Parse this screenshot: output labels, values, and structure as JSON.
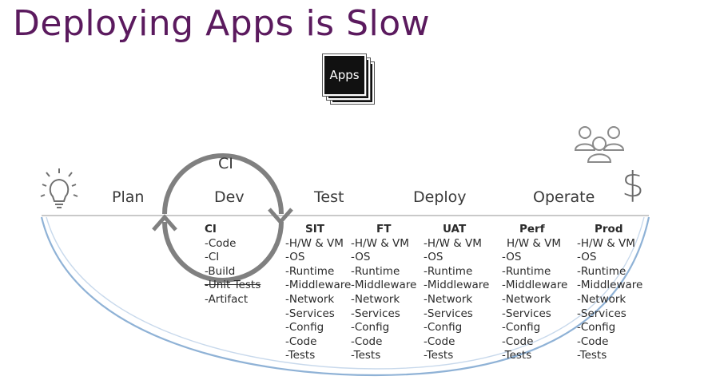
{
  "title": "Deploying Apps is Slow",
  "apps_label": "Apps",
  "ci_loop_label": "CI",
  "phases": [
    "Plan",
    "Dev",
    "Test",
    "Deploy",
    "Operate"
  ],
  "dollar_symbol": "$",
  "columns": [
    {
      "header": "CI",
      "items": [
        "-Code",
        "-CI",
        "-Build",
        "-Unit Tests",
        "-Artifact"
      ]
    },
    {
      "header": "SIT",
      "items": [
        "-H/W & VM",
        "-OS",
        "-Runtime",
        "-Middleware",
        "-Network",
        "-Services",
        "-Config",
        "-Code",
        "-Tests"
      ]
    },
    {
      "header": "FT",
      "items": [
        "-H/W & VM",
        "-OS",
        "-Runtime",
        "-Middleware",
        "-Network",
        "-Services",
        "-Config",
        "-Code",
        "-Tests"
      ]
    },
    {
      "header": "UAT",
      "items": [
        "-H/W & VM",
        "-OS",
        "-Runtime",
        "-Middleware",
        "-Network",
        "-Services",
        "-Config",
        "-Code",
        "-Tests"
      ]
    },
    {
      "header": "Perf",
      "items": [
        "H/W & VM",
        "-OS",
        "-Runtime",
        "-Middleware",
        "-Network",
        "-Services",
        "-Config",
        "-Code",
        "-Tests"
      ]
    },
    {
      "header": "Prod",
      "items": [
        "-H/W & VM",
        "-OS",
        "-Runtime",
        "-Middleware",
        "-Network",
        "-Services",
        "-Config",
        "-Code",
        "-Tests"
      ]
    }
  ],
  "colors": {
    "title": "#5b1a5e",
    "arc": "#8fb2d6",
    "loop": "#808080",
    "timeline": "#c8c8c8"
  },
  "icons": [
    "lightbulb-icon",
    "users-icon",
    "dollar-icon",
    "apps-stack-icon"
  ]
}
